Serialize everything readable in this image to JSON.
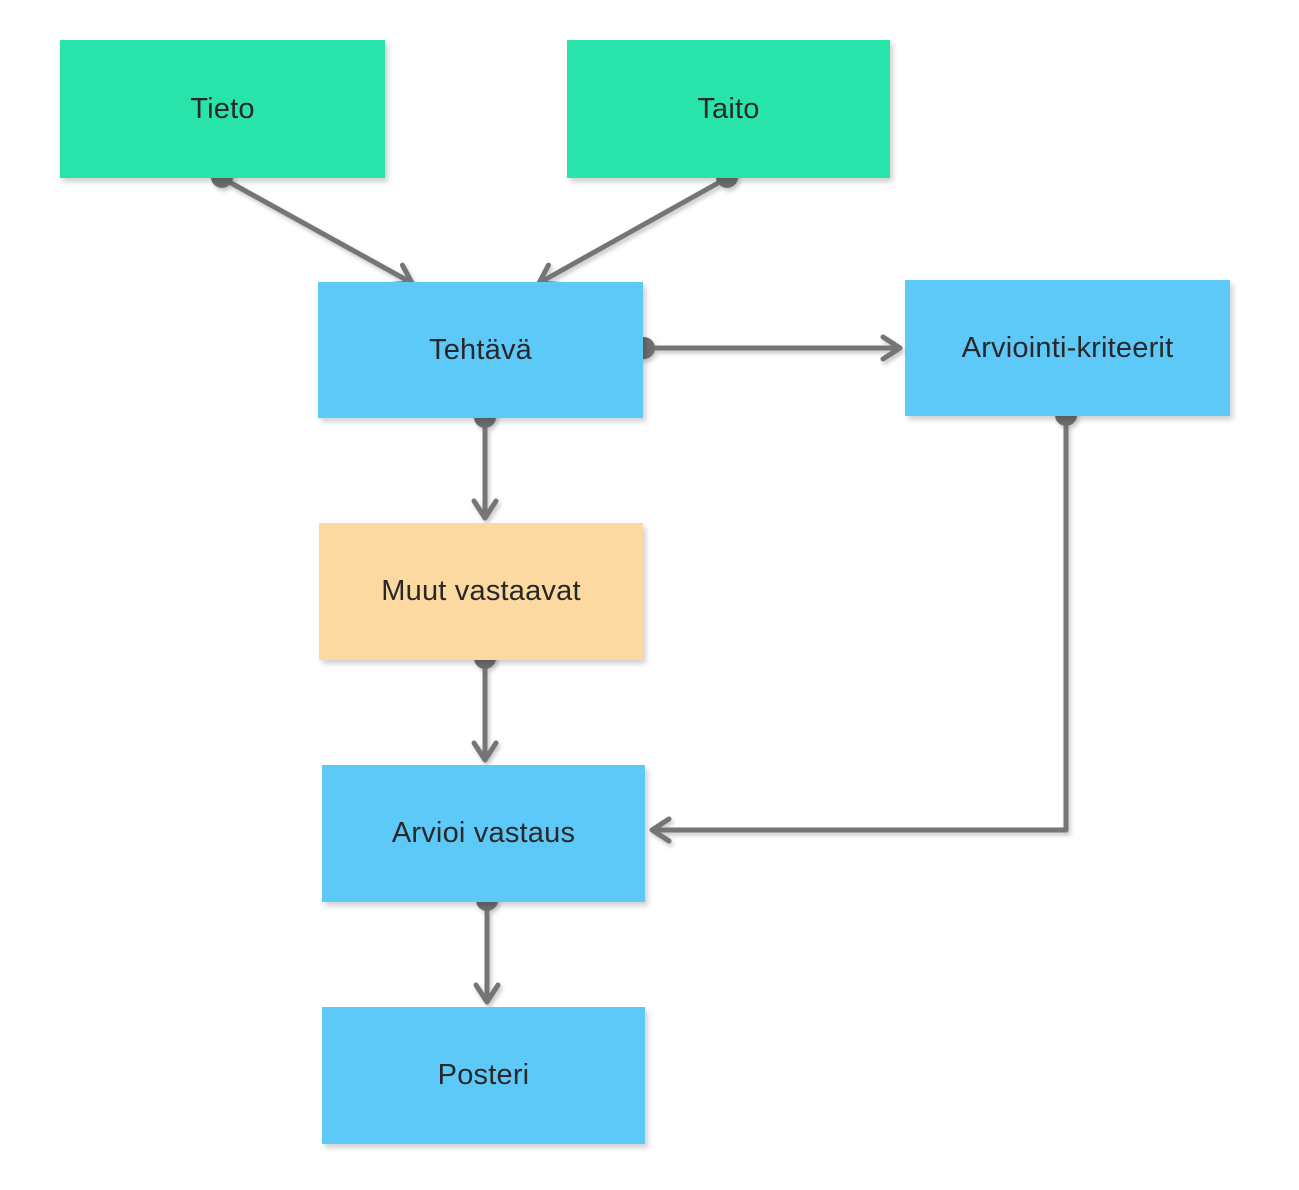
{
  "diagram": {
    "nodes": [
      {
        "id": "tieto",
        "label": "Tieto",
        "fill": "#28e4aa"
      },
      {
        "id": "taito",
        "label": "Taito",
        "fill": "#28e4aa"
      },
      {
        "id": "tehtava",
        "label": "Tehtävä",
        "fill": "#5dc9f9"
      },
      {
        "id": "arviointi-kriteerit",
        "label": "Arviointi-kriteerit",
        "fill": "#5dc9f9"
      },
      {
        "id": "muut-vastaavat",
        "label": "Muut vastaavat",
        "fill": "#fcd9a0"
      },
      {
        "id": "arvioi-vastaus",
        "label": "Arvioi vastaus",
        "fill": "#5dc9f9"
      },
      {
        "id": "posteri",
        "label": "Posteri",
        "fill": "#5dc9f9"
      }
    ],
    "edges": [
      {
        "from": "tieto",
        "to": "tehtava"
      },
      {
        "from": "taito",
        "to": "tehtava"
      },
      {
        "from": "tehtava",
        "to": "arviointi-kriteerit"
      },
      {
        "from": "tehtava",
        "to": "muut-vastaavat"
      },
      {
        "from": "muut-vastaavat",
        "to": "arvioi-vastaus"
      },
      {
        "from": "arviointi-kriteerit",
        "to": "arvioi-vastaus"
      },
      {
        "from": "arvioi-vastaus",
        "to": "posteri"
      }
    ],
    "colors": {
      "connector": "#757575",
      "connector_dot": "#6e6e6e",
      "text": "#282828",
      "background": "#ffffff",
      "node_green": "#28e4aa",
      "node_blue": "#5dc9f9",
      "node_orange": "#fcd9a0"
    }
  }
}
